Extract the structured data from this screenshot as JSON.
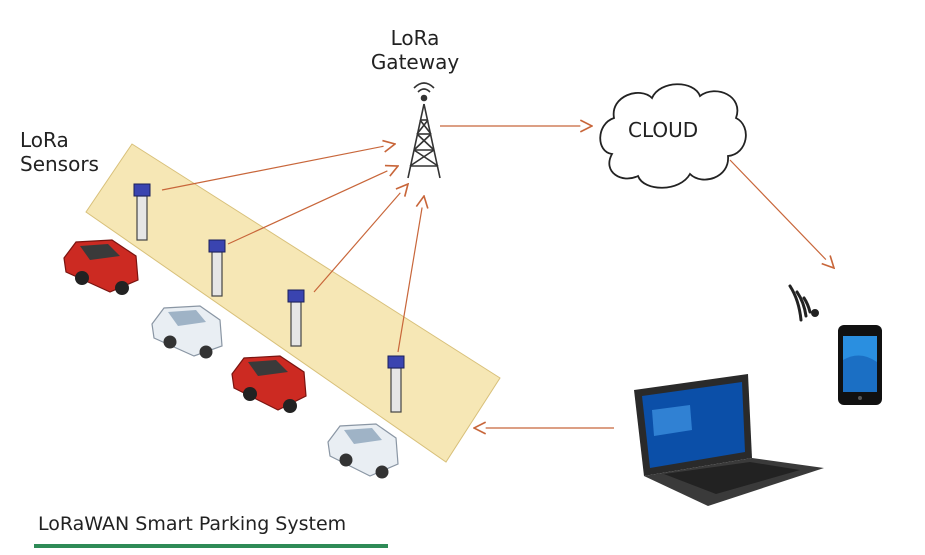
{
  "gateway": {
    "label_line1": "LoRa",
    "label_line2": "Gateway"
  },
  "sensors": {
    "label_line1": "LoRa",
    "label_line2": "Sensors"
  },
  "cloud": {
    "label": "CLOUD"
  },
  "caption": {
    "text": "LoRaWAN Smart Parking System",
    "underline_color": "#2e8b57"
  },
  "colors": {
    "arrow": "#c8663a",
    "lane": "#f6e7b5",
    "sensor_head": "#3a44b0",
    "car_red": "#cc2a22",
    "car_white": "#e9eef3"
  }
}
